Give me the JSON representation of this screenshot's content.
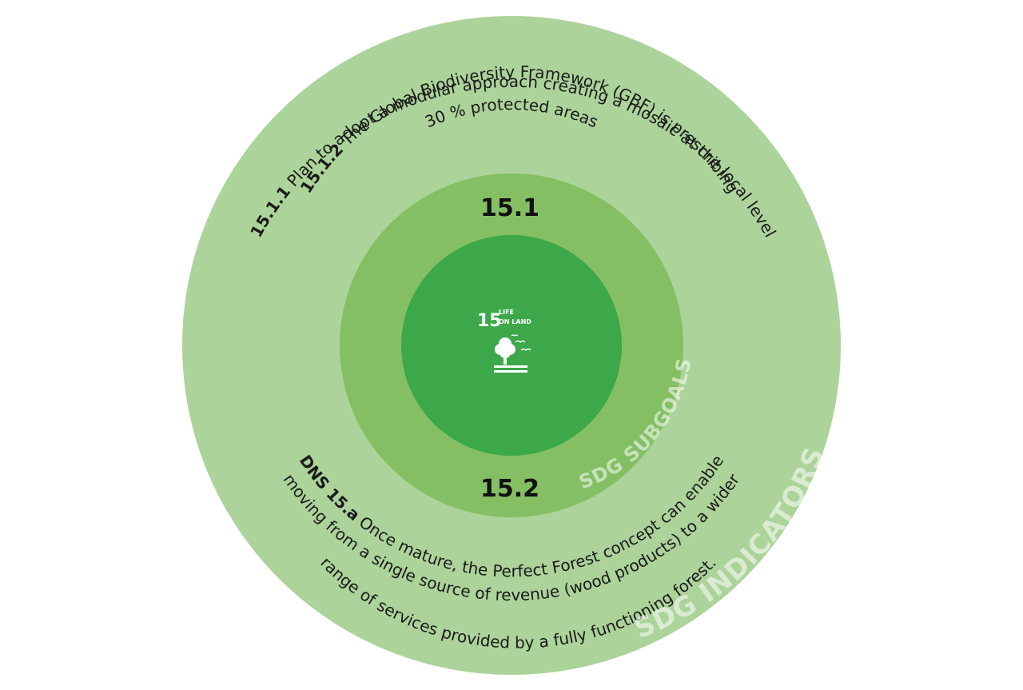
{
  "colors": {
    "outer_ring": "#acd39a",
    "middle_ring": "#84bf64",
    "inner_circle": "#3ca84a",
    "text": "#1a1a1a",
    "ring_label": "#ffffff"
  },
  "center": {
    "goal_number": "15",
    "goal_title_line1": "LIFE",
    "goal_title_line2": "ON LAND",
    "icon": "tree-and-birds-icon"
  },
  "subgoals": {
    "ring_label": "SDG SUBGOALS",
    "top": "15.1",
    "bottom": "15.2"
  },
  "indicators": {
    "ring_label": "SDG INDICATORS",
    "item1_code": "15.1.1",
    "item1_text": " Plan to adopt a modular approach creating a mosaic at the local level",
    "item2_code": "15.1.2",
    "item2_text": " The Global Biodiversity Framework (GBF) is prescribing",
    "item2_cont": "30 % protected areas",
    "item3_code": "DNS 15.a",
    "item3_text": " Once mature, the Perfect Forest concept can enable",
    "item3_line2": "moving from a single source of revenue (wood products) to a wider",
    "item3_line3": "range of services provided by a fully functioning forest."
  }
}
